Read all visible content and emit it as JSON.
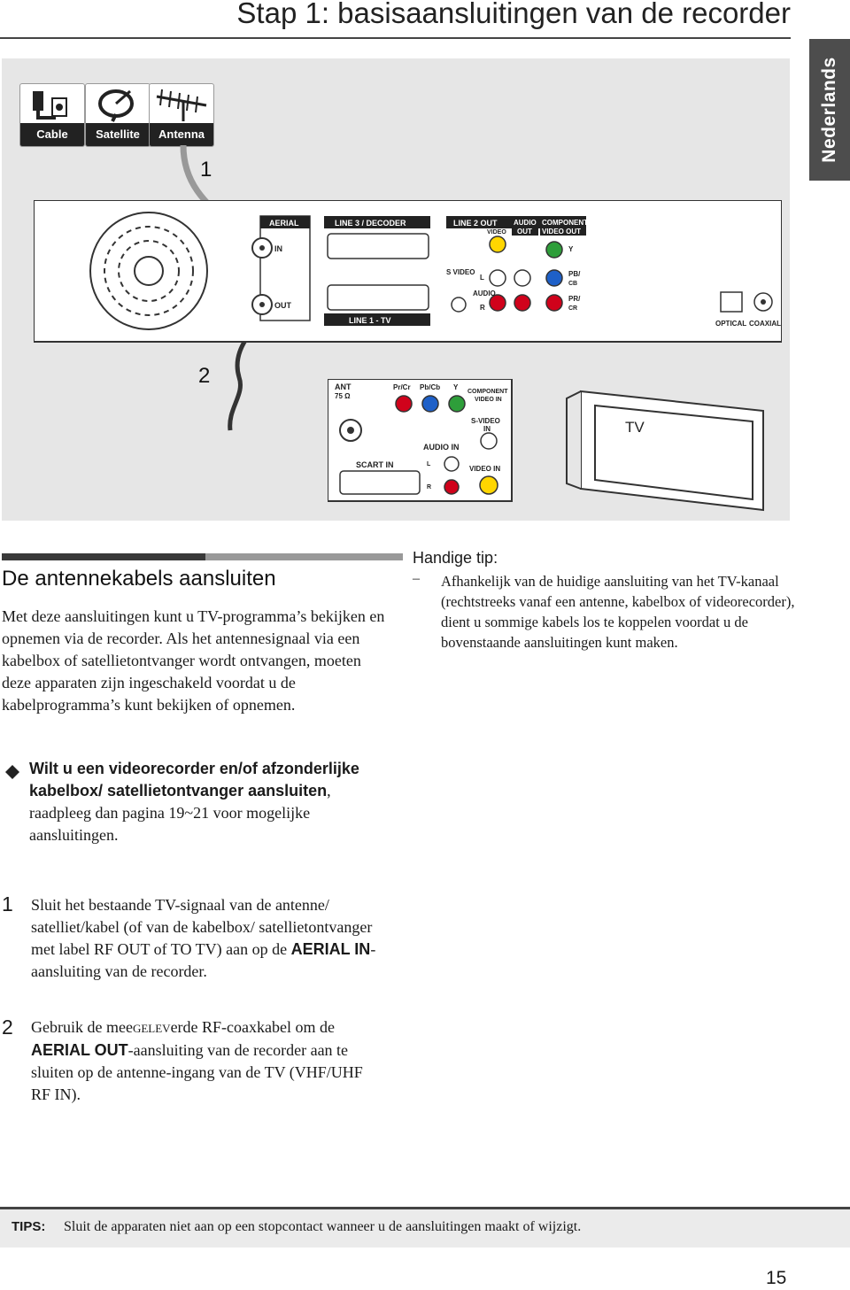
{
  "header": {
    "title": "Stap 1: basisaansluitingen van de recorder",
    "language_tab": "Nederlands"
  },
  "figure": {
    "sources": [
      "Cable",
      "Satellite",
      "Antenna"
    ],
    "step1": "1",
    "step2": "2",
    "recorder": {
      "aerial": "AERIAL",
      "in": "IN",
      "out": "OUT",
      "line3": "LINE 3 / DECODER",
      "line1": "LINE 1 - TV",
      "line2_out": "LINE 2 OUT",
      "video": "VIDEO",
      "s_video": "S VIDEO",
      "l": "L",
      "audio": "AUDIO",
      "r": "R",
      "audio_out": [
        "AUDIO",
        "OUT"
      ],
      "component_out": [
        "COMPONENT",
        "VIDEO OUT"
      ],
      "y": "Y",
      "pb": "PB/",
      "cb": "CB",
      "pr": "PR/",
      "cr": "CR",
      "optical": "OPTICAL",
      "coaxial": "COAXIAL"
    },
    "tv_panel": {
      "ant": "ANT",
      "ohm": "75 Ω",
      "pr_cr": "Pr/Cr",
      "pb_cb": "Pb/Cb",
      "y": "Y",
      "component_in": [
        "COMPONENT",
        "VIDEO IN"
      ],
      "s_video_in": [
        "S-VIDEO",
        "IN"
      ],
      "audio_in": "AUDIO IN",
      "l": "L",
      "r": "R",
      "video_in": "VIDEO IN",
      "scart_in": "SCART IN"
    },
    "tv_label": "TV"
  },
  "section": {
    "heading": "De antennekabels aansluiten",
    "paragraph": "Met deze aansluitingen kunt u TV-programma’s bekijken en opnemen via de recorder. Als het antennesignaal via een kabelbox of satellietontvanger wordt ontvangen, moeten deze apparaten zijn ingeschakeld voordat u de kabelprogramma’s kunt bekijken of opnemen.",
    "bullet_bold": "Wilt u een videorecorder en/of afzonderlijke kabelbox/ satellietontvanger aansluiten",
    "bullet_rest": ", raadpleeg dan pagina 19~21 voor mogelijke aansluitingen."
  },
  "tip": {
    "heading": "Handige tip:",
    "dash": "–",
    "text": "Afhankelijk van de huidige aansluiting van het TV-kanaal (rechtstreeks vanaf een antenne, kabelbox of videorecorder), dient u sommige kabels los te koppelen voordat u de bovenstaande aansluitingen kunt maken."
  },
  "steps": [
    {
      "num": "1",
      "pre": "Sluit het bestaande TV-signaal van de antenne/ satelliet/kabel (of van de kabelbox/ satellietontvanger met label RF OUT of TO TV) aan op de ",
      "bold": "AERIAL IN",
      "post": "-aansluiting van de recorder."
    },
    {
      "num": "2",
      "pre": "Gebruik de mee",
      "small": "GELEV",
      "mid": "erde RF-coaxkabel om de ",
      "bold": "AERIAL OUT",
      "post": "-aansluiting van de recorder aan te sluiten op de antenne-ingang van de TV (VHF/UHF RF IN)."
    }
  ],
  "footer": {
    "tips_label": "TIPS:",
    "tips_text": "Sluit de apparaten niet aan op een stopcontact wanneer u de aansluitingen maakt of wijzigt.",
    "page_number": "15"
  }
}
